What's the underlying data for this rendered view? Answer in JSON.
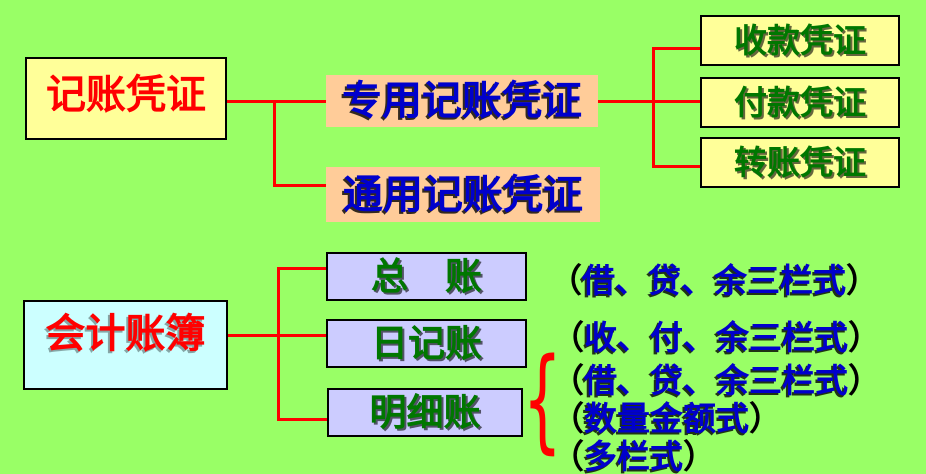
{
  "colors": {
    "background": "#99FF66",
    "box_yellow": "#FFFF99",
    "box_peach": "#FFCC99",
    "box_cyan": "#CCFFFF",
    "box_lavender": "#CCCCFF",
    "connector_red": "#FF0000",
    "text_red": "#FF0000",
    "text_blue": "#0000CC",
    "text_green": "#007700",
    "paren_black": "#000000"
  },
  "voucher_tree": {
    "root_label": "记账凭证",
    "special_label": "专用记账凭证",
    "general_label": "通用记账凭证",
    "leaves": [
      {
        "label": "收款凭证"
      },
      {
        "label": "付款凭证"
      },
      {
        "label": "转账凭证"
      }
    ]
  },
  "ledger_tree": {
    "root_label": "会计账簿",
    "items": [
      {
        "label": "总　账"
      },
      {
        "label": "日记账"
      },
      {
        "label": "明细账"
      }
    ]
  },
  "annotations": [
    {
      "open": "（",
      "text": "借、贷、余三栏式",
      "close": "）"
    },
    {
      "open": "（",
      "text": "收、付、余三栏式",
      "close": "）"
    },
    {
      "open": "（",
      "text": "借、贷、余三栏式",
      "close": "）"
    },
    {
      "open": "（",
      "text": "数量金额式",
      "close": "）"
    },
    {
      "open": "（",
      "text": "多栏式",
      "close": "）"
    }
  ],
  "brace_glyph": "{"
}
